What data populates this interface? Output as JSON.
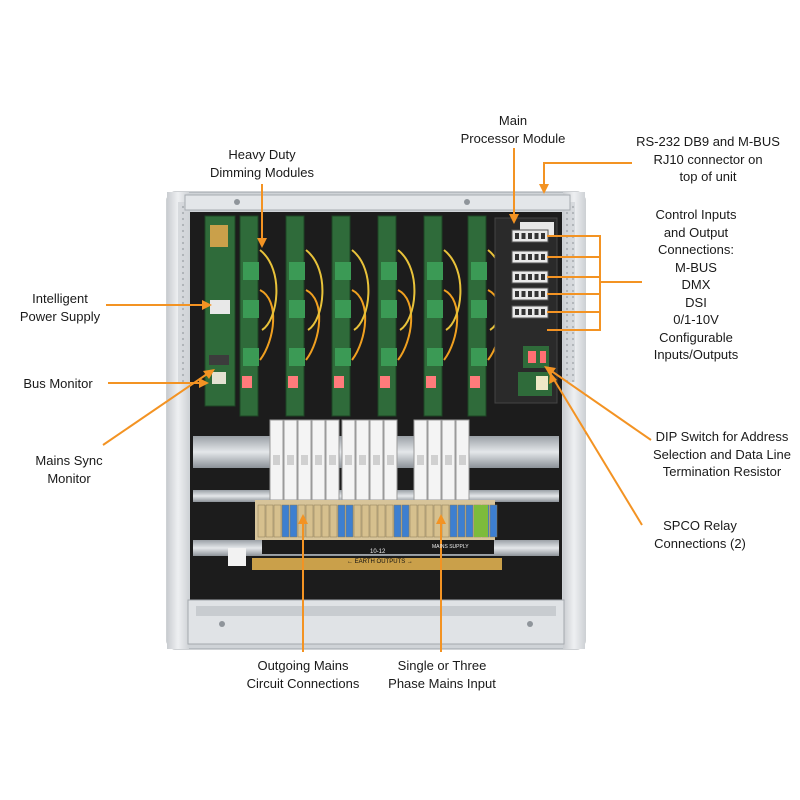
{
  "colors": {
    "accent": "#f39323",
    "enclosure": "#d9dce0",
    "backplate": "#1c1c1c"
  },
  "labels": {
    "main_processor": [
      "Main",
      "Processor Module"
    ],
    "rs232": [
      "RS-232 DB9 and M-BUS",
      "RJ10 connector on",
      "top of unit"
    ],
    "heavy_duty": [
      "Heavy Duty",
      "Dimming Modules"
    ],
    "control_io": [
      "Control Inputs",
      "and Output",
      "Connections:",
      "M-BUS",
      "DMX",
      "DSI",
      "0/1-10V",
      "Configurable",
      "Inputs/Outputs"
    ],
    "power_supply": [
      "Intelligent",
      "Power Supply"
    ],
    "bus_monitor": [
      "Bus Monitor"
    ],
    "mains_sync": [
      "Mains Sync",
      "Monitor"
    ],
    "dip_switch": [
      "DIP Switch for Address",
      "Selection and Data Line",
      "Termination Resistor"
    ],
    "spco": [
      "SPCO Relay",
      "Connections (2)"
    ],
    "outgoing": [
      "Outgoing Mains",
      "Circuit Connections"
    ],
    "phase": [
      "Single or Three",
      "Phase Mains Input"
    ]
  },
  "terminal_text": {
    "earth_outputs": "← EARTH OUTPUTS →",
    "circuit_range": "10-12",
    "mains_supply": "MAINS SUPPLY"
  }
}
